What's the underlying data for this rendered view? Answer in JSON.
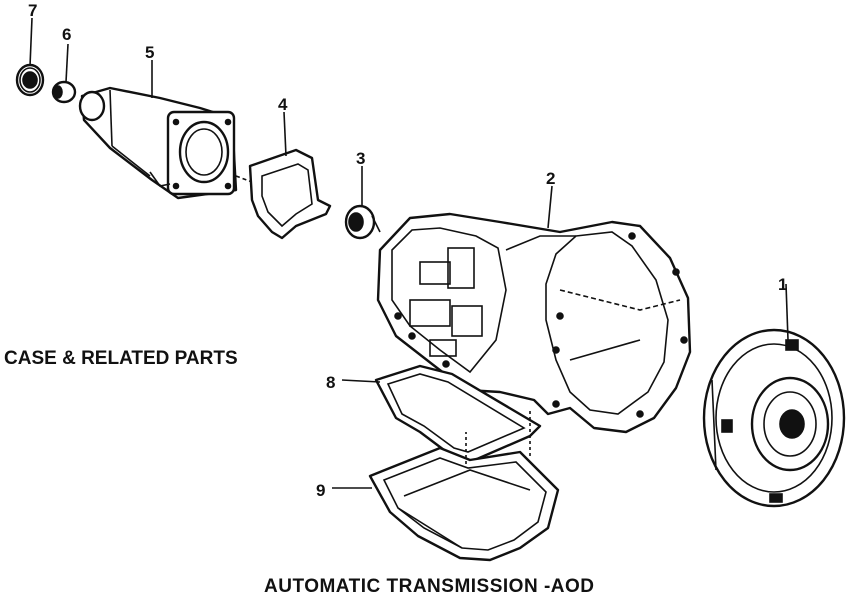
{
  "section_label": "CASE & RELATED PARTS",
  "diagram_title": "AUTOMATIC TRANSMISSION -AOD",
  "callouts": [
    "1",
    "2",
    "3",
    "4",
    "5",
    "6",
    "7",
    "8",
    "9"
  ]
}
